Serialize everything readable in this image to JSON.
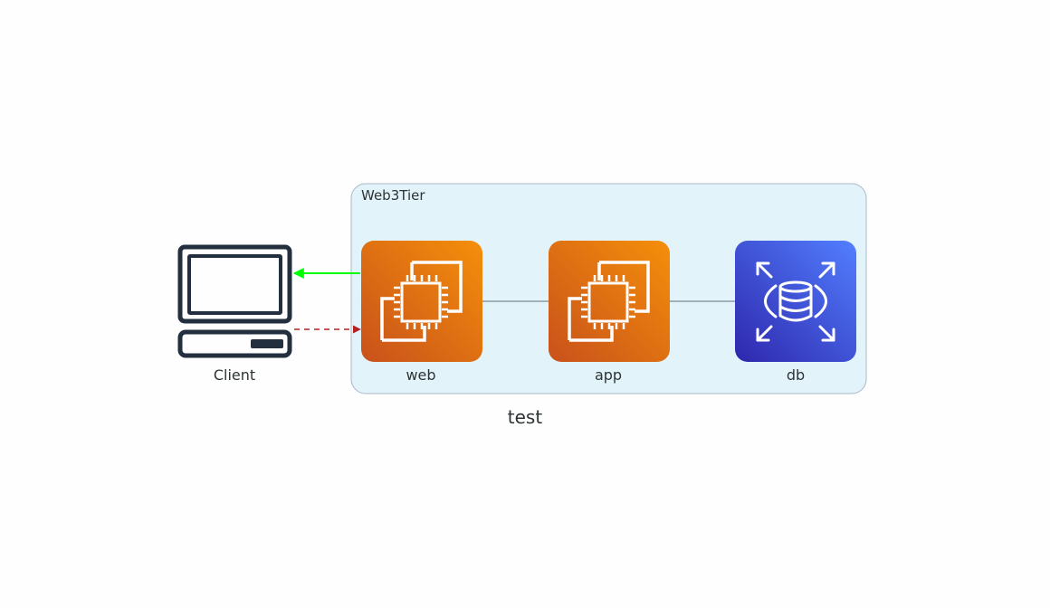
{
  "diagram": {
    "title": "test",
    "cluster": {
      "label": "Web3Tier"
    },
    "nodes": {
      "client": {
        "label": "Client",
        "icon": "client-computer-icon"
      },
      "web": {
        "label": "web",
        "icon": "ec2-instance-icon"
      },
      "app": {
        "label": "app",
        "icon": "ec2-instance-icon"
      },
      "db": {
        "label": "db",
        "icon": "rds-database-icon"
      }
    },
    "edges": [
      {
        "from": "web",
        "to": "client",
        "style": "solid",
        "color": "#00ff00"
      },
      {
        "from": "client",
        "to": "web",
        "style": "dashed",
        "color": "#b22222"
      },
      {
        "from": "web",
        "to": "app",
        "style": "solid",
        "color": "#7b8894"
      },
      {
        "from": "app",
        "to": "db",
        "style": "solid",
        "color": "#7b8894"
      }
    ]
  },
  "colors": {
    "cluster_fill": "#e3f3fa",
    "cluster_stroke": "#a8b8c8",
    "ec2_dark": "#c8511b",
    "ec2_light": "#f58f0a",
    "rds_dark": "#2e27ad",
    "rds_light": "#527fff",
    "client_stroke": "#232f3e"
  }
}
